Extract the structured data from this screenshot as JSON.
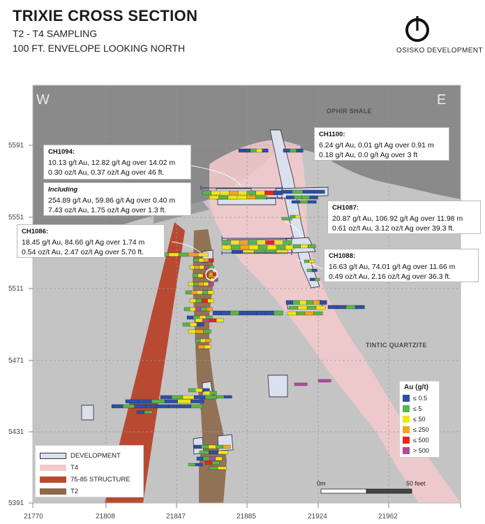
{
  "header": {
    "title": "TRIXIE CROSS SECTION",
    "subtitle1": "T2 - T4 SAMPLING",
    "subtitle2": "100 FT. ENVELOPE LOOKING NORTH",
    "logo_text": "OSISKO DEVELOPMENT"
  },
  "compass": {
    "west": "W",
    "east": "E"
  },
  "rock_labels": {
    "ophir": "OPHIR SHALE",
    "tintic": "TINTIC QUARTZITE"
  },
  "axes": {
    "y_ticks": [
      "5591",
      "5551",
      "5511",
      "5471",
      "5431",
      "5391"
    ],
    "x_ticks": [
      "21770",
      "21808",
      "21847",
      "21885",
      "21924",
      "21962"
    ]
  },
  "callouts": {
    "ch1100": {
      "hole": "CH1100:",
      "line1": "6.24 g/t Au, 0.01 g/t Ag over 0.91 m",
      "line2": "0.18 g/t Au, 0.0 g/t Ag over 3 ft"
    },
    "ch1094": {
      "hole": "CH1094:",
      "line1": "10.13 g/t Au, 12.82 g/t Ag over 14.02 m",
      "line2": "0.30 oz/t Au, 0.37 oz/t Ag over 46 ft."
    },
    "including": {
      "label": "Including",
      "line1": "254.89 g/t Au, 59.86 g/t Ag over 0.40 m",
      "line2": "7.43 oz/t Au, 1.75 oz/t Ag over 1.3 ft."
    },
    "ch1087": {
      "hole": "CH1087:",
      "line1": "20.87 g/t Au, 106.92 g/t Ag over 11.98 m",
      "line2": "0.61 oz/t Au, 3.12 oz/t Ag over 39.3 ft."
    },
    "ch1086": {
      "hole": "CH1086:",
      "line1": "18.45 g/t Au, 84.66 g/t Ag over 1.74 m",
      "line2": "0.54 oz/t Au, 2.47 oz/t Ag over 5.70 ft."
    },
    "ch1088": {
      "hole": "CH1088:",
      "line1": "16.63 g/t Au, 74.01 g/t Ag over 11.66 m",
      "line2": "0.49 oz/t Au, 2.16 oz/t Ag over 36.3 ft."
    }
  },
  "legend_au": {
    "title": "Au (g/t)",
    "items": [
      {
        "label": "≤ 0.5",
        "color": "#2e4fa8"
      },
      {
        "label": "≤ 5",
        "color": "#5cb648"
      },
      {
        "label": "≤ 50",
        "color": "#f2e51a"
      },
      {
        "label": "≤ 250",
        "color": "#f4a71a"
      },
      {
        "label": "≤ 500",
        "color": "#e8261f"
      },
      {
        "label": "> 500",
        "color": "#b04aa2"
      }
    ]
  },
  "legend_main": {
    "items": [
      {
        "label": "DEVELOPMENT",
        "color": "#dbe1ec"
      },
      {
        "label": "T4",
        "color": "#f3c9cd"
      },
      {
        "label": "75-85 STRUCTURE",
        "color": "#b94a32"
      },
      {
        "label": "T2",
        "color": "#8d6a4d"
      }
    ]
  },
  "scale_bar": {
    "start": "0m",
    "end": "50 feet"
  }
}
